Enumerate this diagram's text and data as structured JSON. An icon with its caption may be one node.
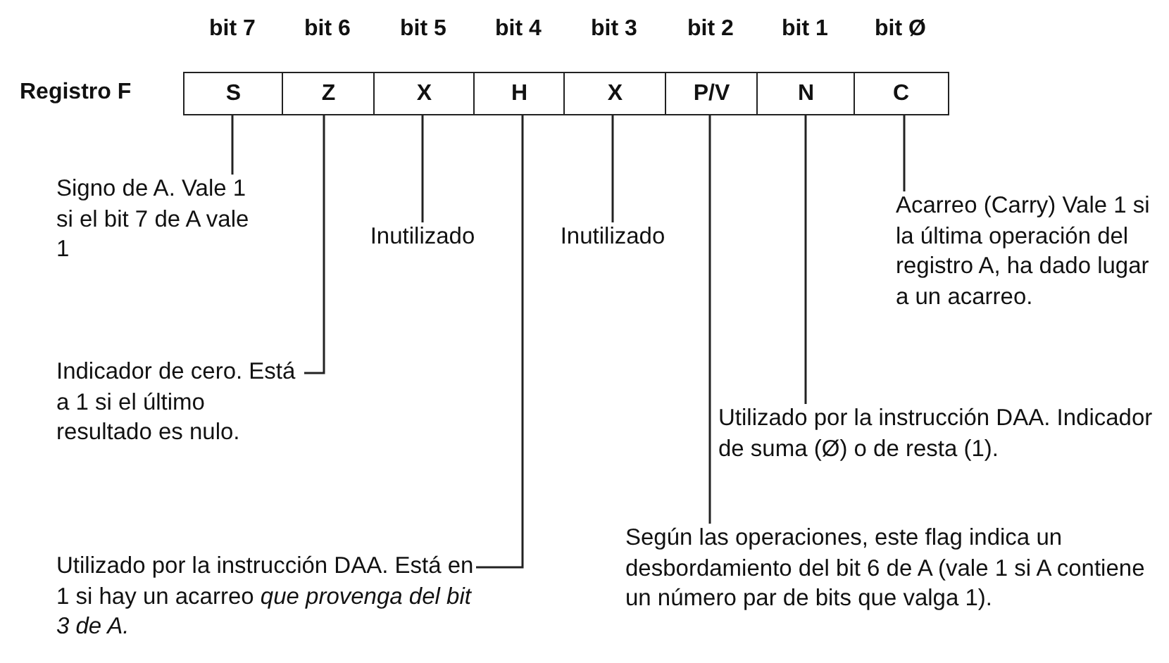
{
  "diagram": {
    "nodes": [
      {
        "text": [
          "S"
        ]
      },
      {
        "text": [
          "Z"
        ]
      },
      {
        "text": [
          "X"
        ]
      },
      {
        "text": [
          "H"
        ]
      },
      {
        "text": [
          "X"
        ]
      },
      {
        "text": [
          "P/V"
        ]
      },
      {
        "text": [
          "N"
        ]
      },
      {
        "text": [
          "C"
        ]
      },
      {
        "text": [
          "Signo de A. Vale 1 si el bit 7 de A vale 1"
        ]
      },
      {
        "text": [
          "Indicador de cero. Está a 1 si el último resultado es nulo."
        ]
      },
      {
        "text": [
          "Inutilizado"
        ]
      },
      {
        "text": [
          "Utilizado por la instrucción DAA. Está en 1 si hay un acarreo *que provenga del bit 3 de A.*"
        ]
      },
      {
        "text": [
          "Inutilizado"
        ]
      },
      {
        "text": [
          "Según las operaciones, este flag indica un desbordamiento del bit 6 de A (vale 1 si A contiene un número par de bits que valga 1)."
        ]
      },
      {
        "text": [
          "Utilizado por la instrucción DAA. Indicador de suma (Ø) o de resta (1)."
        ]
      },
      {
        "text": [
          "Acarreo (Carry) Vale 1 si la última operación del registro A, ha dado lugar a un acarreo."
        ]
      }
    ],
    "edges": [
      {
        "from": 0,
        "to": 8,
        "arrow": "none"
      },
      {
        "from": 1,
        "to": 9,
        "arrow": "none"
      },
      {
        "from": 2,
        "to": 10,
        "arrow": "none"
      },
      {
        "from": 3,
        "to": 11,
        "arrow": "none"
      },
      {
        "from": 4,
        "to": 12,
        "arrow": "none"
      },
      {
        "from": 5,
        "to": 13,
        "arrow": "none"
      },
      {
        "from": 6,
        "to": 14,
        "arrow": "none"
      },
      {
        "from": 7,
        "to": 15,
        "arrow": "none"
      }
    ],
    "labels": [
      "bit 7",
      "bit 6",
      "bit 5",
      "bit 4",
      "bit 3",
      "bit 2",
      "bit 1",
      "bit Ø",
      "Registro F"
    ]
  }
}
